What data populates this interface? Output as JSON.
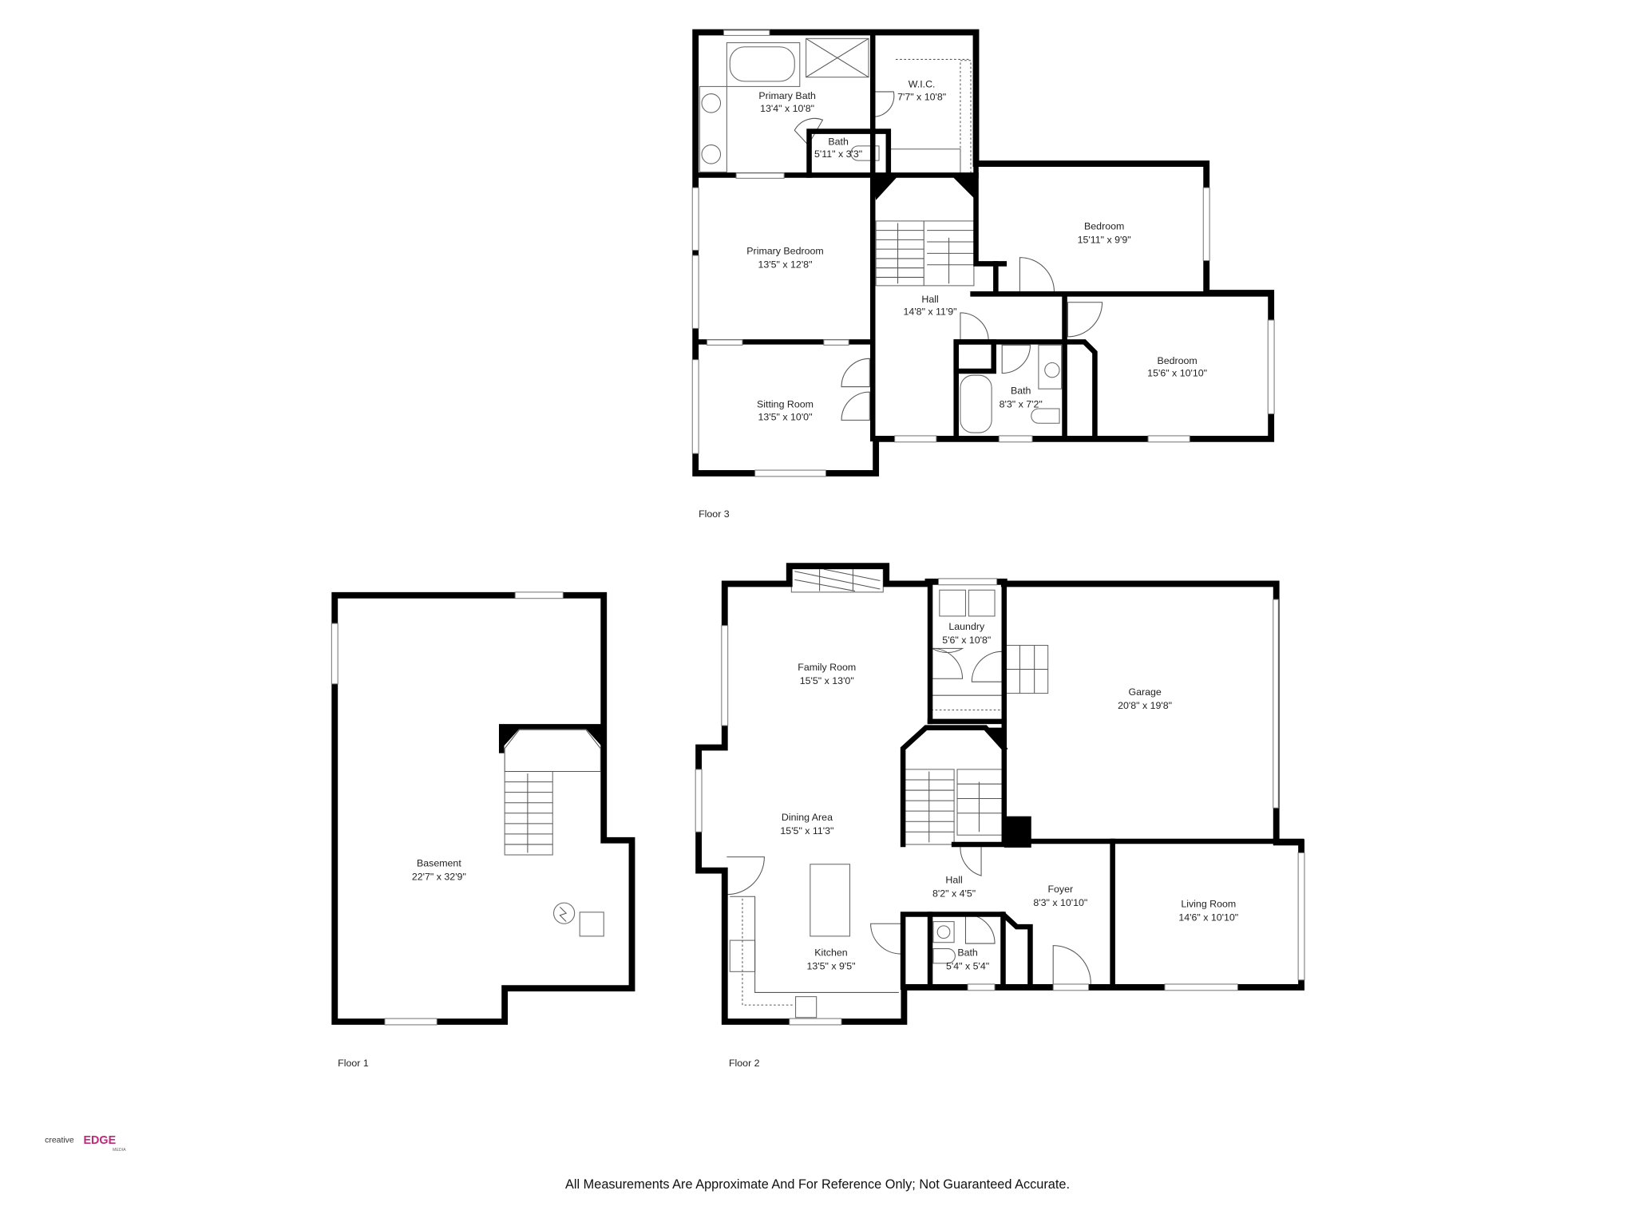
{
  "floors": {
    "floor3": {
      "label": "Floor 3",
      "rooms": [
        {
          "name": "Primary Bath",
          "size": "13'4\" x 10'8\""
        },
        {
          "name": "W.I.C.",
          "size": "7'7\" x 10'8\""
        },
        {
          "name": "Bath",
          "size": "5'11\" x 3'3\""
        },
        {
          "name": "Primary Bedroom",
          "size": "13'5\" x 12'8\""
        },
        {
          "name": "Bedroom",
          "size": "15'11\" x 9'9\""
        },
        {
          "name": "Hall",
          "size": "14'8\" x 11'9\""
        },
        {
          "name": "Bedroom",
          "size": "15'6\" x 10'10\""
        },
        {
          "name": "Bath",
          "size": "8'3\" x 7'2\""
        },
        {
          "name": "Sitting Room",
          "size": "13'5\" x 10'0\""
        }
      ]
    },
    "floor1": {
      "label": "Floor 1",
      "rooms": [
        {
          "name": "Basement",
          "size": "22'7\" x 32'9\""
        }
      ]
    },
    "floor2": {
      "label": "Floor 2",
      "rooms": [
        {
          "name": "Family Room",
          "size": "15'5\" x 13'0\""
        },
        {
          "name": "Laundry",
          "size": "5'6\" x 10'8\""
        },
        {
          "name": "Garage",
          "size": "20'8\" x 19'8\""
        },
        {
          "name": "Dining Area",
          "size": "15'5\" x 11'3\""
        },
        {
          "name": "Hall",
          "size": "8'2\" x 4'5\""
        },
        {
          "name": "Foyer",
          "size": "8'3\" x 10'10\""
        },
        {
          "name": "Living Room",
          "size": "14'6\" x 10'10\""
        },
        {
          "name": "Kitchen",
          "size": "13'5\" x 9'5\""
        },
        {
          "name": "Bath",
          "size": "5'4\" x 5'4\""
        }
      ]
    }
  },
  "logo": {
    "line1": "creative",
    "line2": "EDGE",
    "line3": "MEDIA"
  },
  "colors": {
    "wall": "#000000",
    "logo_accent": "#c0287a"
  },
  "disclaimer": "All Measurements Are Approximate And For Reference Only; Not Guaranteed Accurate."
}
